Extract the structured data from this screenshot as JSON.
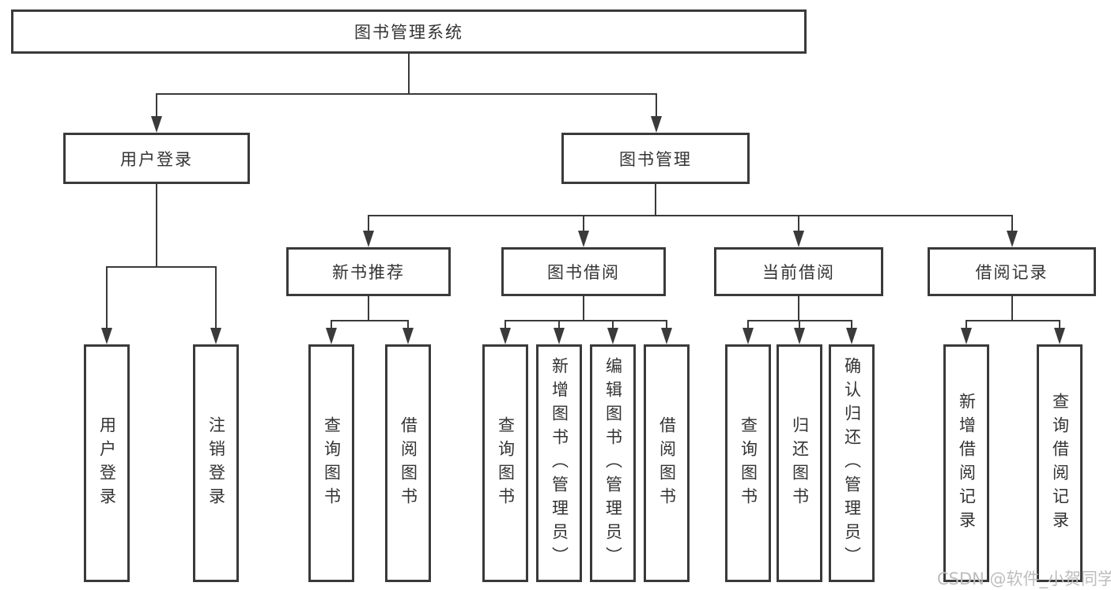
{
  "diagram": {
    "title": "图书管理系统",
    "root": {
      "label": "图书管理系统"
    },
    "level2": [
      {
        "id": "user-login",
        "label": "用户登录"
      },
      {
        "id": "book-management",
        "label": "图书管理"
      }
    ],
    "level3": [
      {
        "id": "new-book-recommend",
        "label": "新书推荐",
        "parent": "book-management"
      },
      {
        "id": "book-borrow",
        "label": "图书借阅",
        "parent": "book-management"
      },
      {
        "id": "current-borrow",
        "label": "当前借阅",
        "parent": "book-management"
      },
      {
        "id": "borrow-record",
        "label": "借阅记录",
        "parent": "book-management"
      }
    ],
    "leaves": [
      {
        "id": "user-login-leaf",
        "label": "用户登录",
        "parent": "user-login"
      },
      {
        "id": "logout-leaf",
        "label": "注销登录",
        "parent": "user-login"
      },
      {
        "id": "query-book-1",
        "label": "查询图书",
        "parent": "new-book-recommend"
      },
      {
        "id": "borrow-book-1",
        "label": "借阅图书",
        "parent": "new-book-recommend"
      },
      {
        "id": "query-book-2",
        "label": "查询图书",
        "parent": "book-borrow"
      },
      {
        "id": "add-book-admin",
        "label": "新增图书（管理员）",
        "parent": "book-borrow"
      },
      {
        "id": "edit-book-admin",
        "label": "编辑图书（管理员）",
        "parent": "book-borrow"
      },
      {
        "id": "borrow-book-2",
        "label": "借阅图书",
        "parent": "book-borrow"
      },
      {
        "id": "query-book-3",
        "label": "查询图书",
        "parent": "current-borrow"
      },
      {
        "id": "return-book",
        "label": "归还图书",
        "parent": "current-borrow"
      },
      {
        "id": "confirm-return-admin",
        "label": "确认归还（管理员）",
        "parent": "current-borrow"
      },
      {
        "id": "add-borrow-record",
        "label": "新增借阅记录",
        "parent": "borrow-record"
      },
      {
        "id": "query-borrow-record",
        "label": "查询借阅记录",
        "parent": "borrow-record"
      }
    ],
    "colors": {
      "line": "#3a3a3a",
      "text": "#333333",
      "background": "#ffffff",
      "watermark": "#bdbdbd"
    }
  },
  "watermark": {
    "text": "CSDN @软件_小贺同学"
  }
}
